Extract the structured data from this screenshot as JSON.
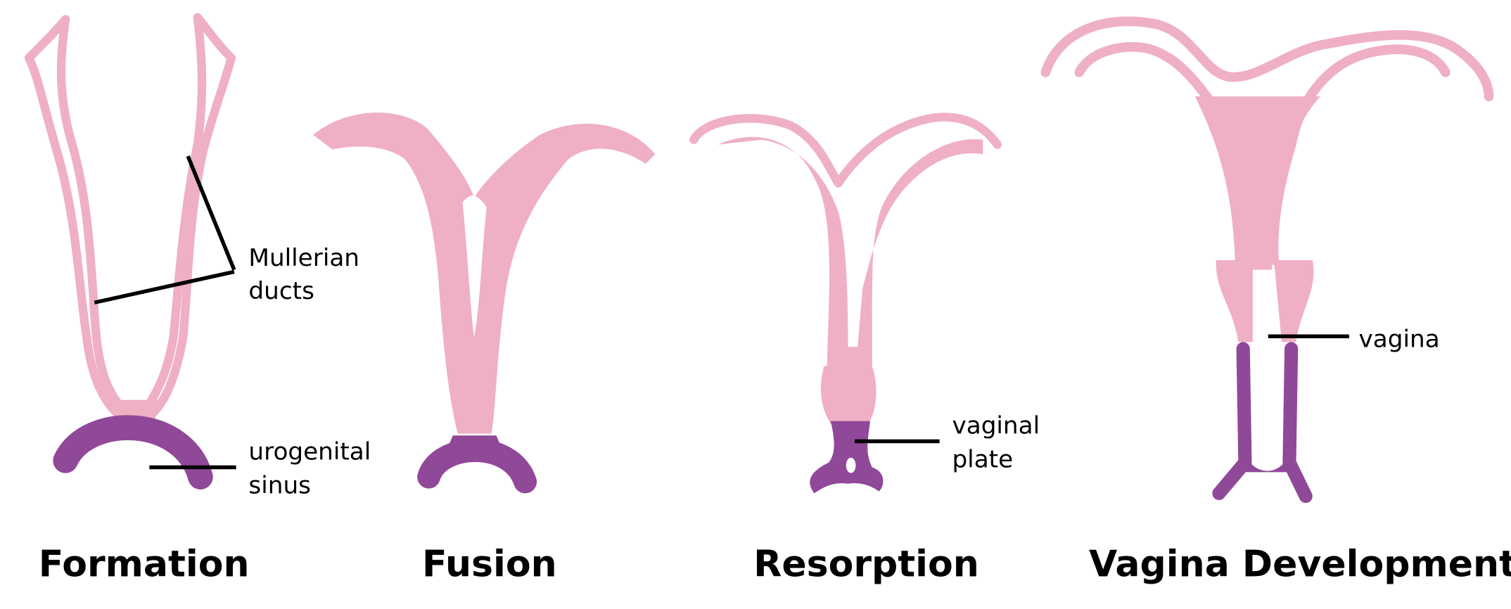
{
  "colors": {
    "duct_pink": "#efb0c4",
    "sinus_purple": "#904898"
  },
  "stages": [
    {
      "title": "Formation",
      "labels": [
        "Mullerian",
        "ducts",
        "urogenital",
        "sinus"
      ]
    },
    {
      "title": "Fusion"
    },
    {
      "title": "Resorption",
      "labels": [
        "vaginal",
        "plate"
      ]
    },
    {
      "title": "Vagina Development",
      "labels": [
        "vagina"
      ]
    }
  ]
}
